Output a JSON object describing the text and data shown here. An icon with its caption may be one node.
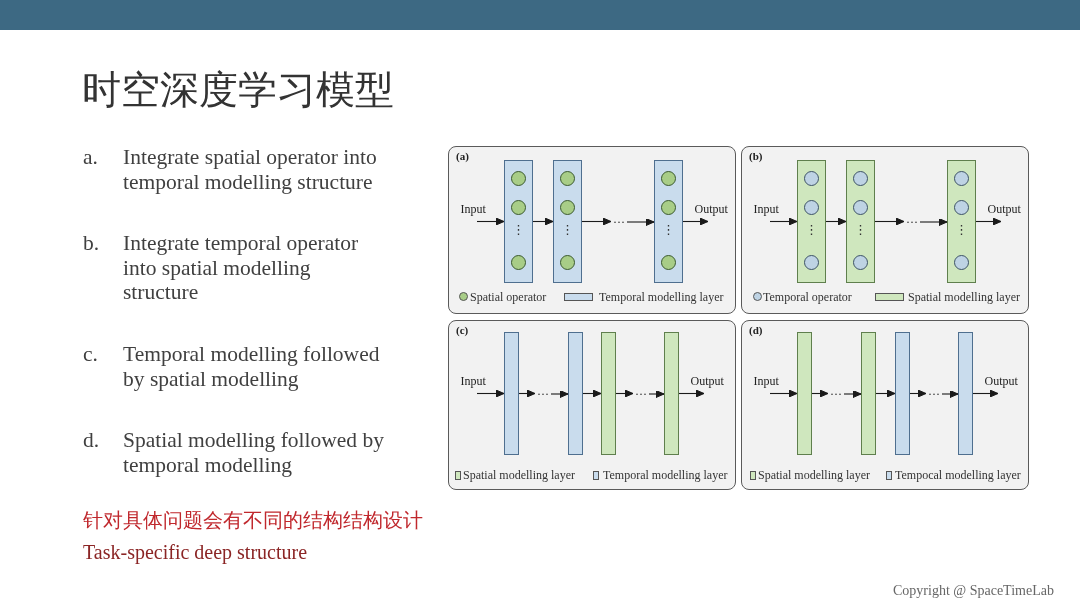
{
  "diagram": {
    "title": "时空深度学习模型",
    "nodes": [
      {
        "text": [
          "(a)"
        ]
      },
      {
        "text": [
          "⋮"
        ],
        "in": 0
      },
      {
        "text": [],
        "shape": "circle",
        "in": 1
      },
      {
        "text": [],
        "shape": "circle",
        "in": 1
      },
      {
        "text": [],
        "shape": "circle",
        "in": 1
      },
      {
        "text": [
          "⋮"
        ],
        "in": 0
      },
      {
        "text": [],
        "shape": "circle",
        "in": 5
      },
      {
        "text": [],
        "shape": "circle",
        "in": 5
      },
      {
        "text": [],
        "shape": "circle",
        "in": 5
      },
      {
        "text": [
          "···"
        ],
        "in": 0
      },
      {
        "text": [
          "⋮"
        ],
        "in": 0
      },
      {
        "text": [],
        "shape": "circle",
        "in": 10
      },
      {
        "text": [],
        "shape": "circle",
        "in": 10
      },
      {
        "text": [],
        "shape": "circle",
        "in": 10
      },
      {
        "text": [
          "(b)"
        ]
      },
      {
        "text": [
          "⋮"
        ],
        "in": 14
      },
      {
        "text": [],
        "shape": "circle",
        "in": 15
      },
      {
        "text": [],
        "shape": "circle",
        "in": 15
      },
      {
        "text": [],
        "shape": "circle",
        "in": 15
      },
      {
        "text": [
          "⋮"
        ],
        "in": 14
      },
      {
        "text": [],
        "shape": "circle",
        "in": 19
      },
      {
        "text": [],
        "shape": "circle",
        "in": 19
      },
      {
        "text": [],
        "shape": "circle",
        "in": 19
      },
      {
        "text": [
          "···"
        ],
        "in": 14
      },
      {
        "text": [
          "⋮"
        ],
        "in": 14
      },
      {
        "text": [],
        "shape": "circle",
        "in": 24
      },
      {
        "text": [],
        "shape": "circle",
        "in": 24
      },
      {
        "text": [],
        "shape": "circle",
        "in": 24
      },
      {
        "text": [
          "(c)"
        ]
      },
      {
        "text": [],
        "shape": "box",
        "in": 28
      },
      {
        "text": [
          "···"
        ],
        "in": 28
      },
      {
        "text": [],
        "shape": "box",
        "in": 28
      },
      {
        "text": [],
        "shape": "box",
        "in": 28
      },
      {
        "text": [
          "···"
        ],
        "in": 28
      },
      {
        "text": [],
        "shape": "box",
        "in": 28
      },
      {
        "text": [
          "(d)"
        ]
      },
      {
        "text": [],
        "shape": "box",
        "in": 35
      },
      {
        "text": [
          "···"
        ],
        "in": 35
      },
      {
        "text": [],
        "shape": "box",
        "in": 35
      },
      {
        "text": [],
        "shape": "box",
        "in": 35
      },
      {
        "text": [
          "···"
        ],
        "in": 35
      },
      {
        "text": [],
        "shape": "box",
        "in": 35
      }
    ],
    "edges": [
      {
        "from": null,
        "to": 1,
        "arrow": "to",
        "label": "Input"
      },
      {
        "from": 1,
        "to": 5,
        "arrow": "to"
      },
      {
        "from": 5,
        "to": 9,
        "arrow": "to"
      },
      {
        "from": 9,
        "to": 10,
        "arrow": "to"
      },
      {
        "from": 10,
        "to": null,
        "arrow": "to",
        "label": "Output"
      },
      {
        "from": null,
        "to": 15,
        "arrow": "to",
        "label": "Input"
      },
      {
        "from": 15,
        "to": 19,
        "arrow": "to"
      },
      {
        "from": 19,
        "to": 23,
        "arrow": "to"
      },
      {
        "from": 23,
        "to": 24,
        "arrow": "to"
      },
      {
        "from": 24,
        "to": null,
        "arrow": "to",
        "label": "Output"
      },
      {
        "from": null,
        "to": 29,
        "arrow": "to",
        "label": "Input"
      },
      {
        "from": 29,
        "to": 30,
        "arrow": "to"
      },
      {
        "from": 30,
        "to": 31,
        "arrow": "to"
      },
      {
        "from": 31,
        "to": 32,
        "arrow": "to"
      },
      {
        "from": 32,
        "to": 33,
        "arrow": "to"
      },
      {
        "from": 33,
        "to": 34,
        "arrow": "to"
      },
      {
        "from": 34,
        "to": null,
        "arrow": "to",
        "label": "Output"
      },
      {
        "from": null,
        "to": 36,
        "arrow": "to",
        "label": "Input"
      },
      {
        "from": 36,
        "to": 37,
        "arrow": "to"
      },
      {
        "from": 37,
        "to": 38,
        "arrow": "to"
      },
      {
        "from": 38,
        "to": 39,
        "arrow": "to"
      },
      {
        "from": 39,
        "to": 40,
        "arrow": "to"
      },
      {
        "from": 40,
        "to": 41,
        "arrow": "to"
      },
      {
        "from": 41,
        "to": null,
        "arrow": "to",
        "label": "Output"
      }
    ],
    "labels": [
      "a.",
      "Integrate spatial operator into temporal modelling structure",
      "b.",
      "Integrate temporal operator into spatial modelling structure",
      "c.",
      "Temporal modelling followed by spatial modelling",
      "d.",
      "Spatial modelling followed by temporal modelling",
      "针对具体问题会有不同的结构结构设计",
      "Task-specific deep structure",
      "Copyright @ SpaceTimeLab"
    ],
    "legend": [
      {
        "text": "Spatial operator",
        "color": "#a8cd87"
      },
      {
        "text": "Temporal modelling layer",
        "color": "#c9dced"
      },
      {
        "text": "Temporal operator",
        "color": "#bed3e4"
      },
      {
        "text": "Spatial modelling layer",
        "color": "#cfe7be"
      },
      {
        "text": "Spatial modelling layer",
        "color": "#cfe7be"
      },
      {
        "text": "Temporal modelling layer",
        "color": "#c9dced"
      },
      {
        "text": "Spatial modelling layer",
        "color": "#cfe7be"
      },
      {
        "text": "Tempocal modelling layer",
        "color": "#c9dced"
      }
    ]
  }
}
